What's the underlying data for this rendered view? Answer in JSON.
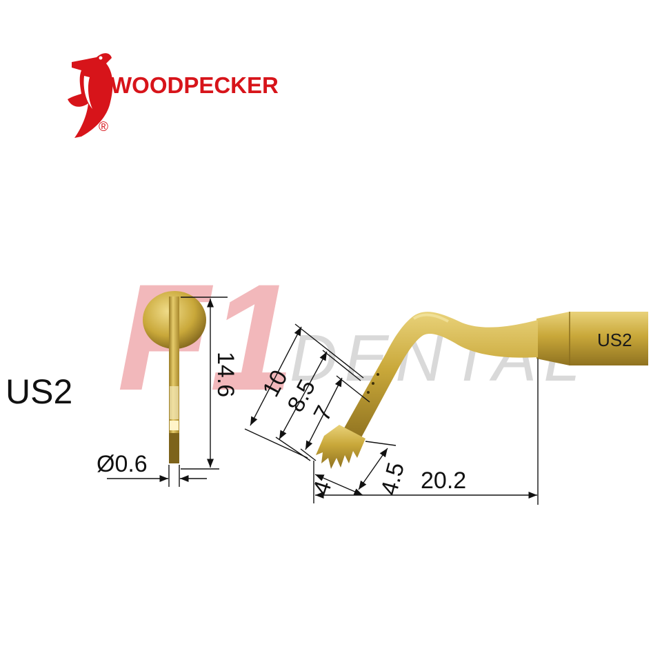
{
  "brand": {
    "name": "WOODPECKER",
    "registered_mark": "®",
    "color": "#d7141a"
  },
  "watermark": {
    "mark": "F1",
    "word": "DENTAL",
    "color": "#f2b8bb",
    "word_color": "#d9d9d9"
  },
  "product": {
    "model": "US2",
    "tip_label": "US2",
    "gold_color": "#c9a83a"
  },
  "dimensions": {
    "length_side": "14.6",
    "diameter": "Ø0.6",
    "d10": "10",
    "d8_5": "8.5",
    "d7": "7",
    "d4": "4",
    "d4_5": "4.5",
    "d20_2": "20.2"
  }
}
